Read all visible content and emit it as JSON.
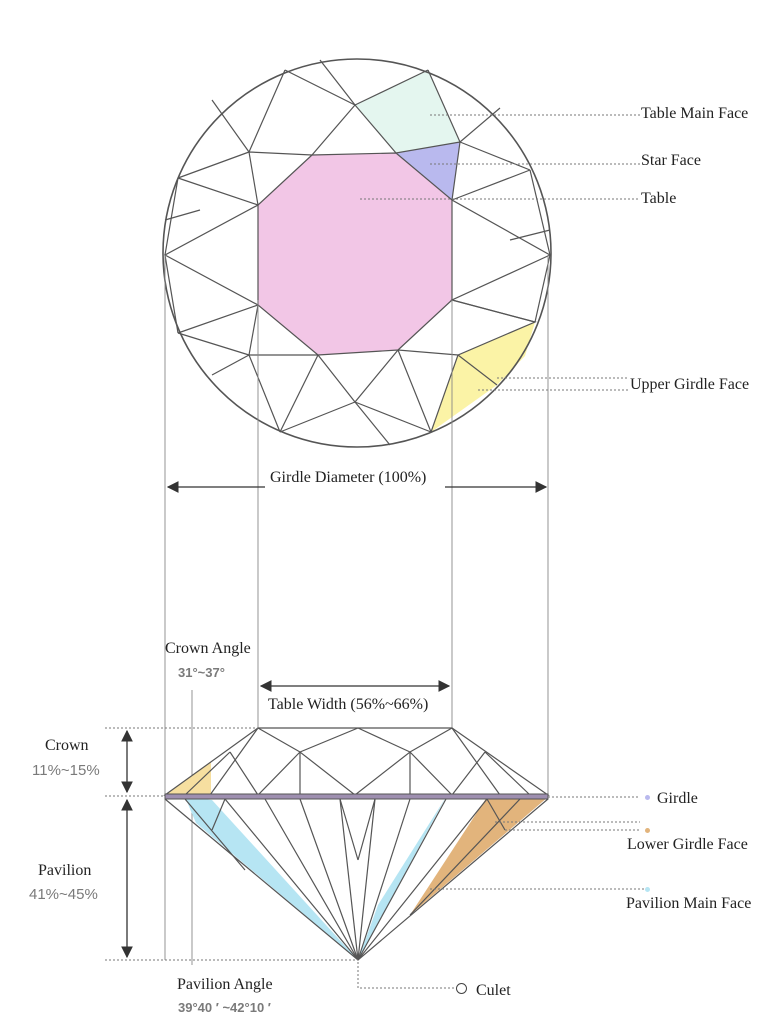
{
  "top_view": {
    "labels": {
      "table_main_face": "Table Main Face",
      "star_face": "Star Face",
      "table": "Table",
      "upper_girdle_face": "Upper Girdle Face"
    },
    "girdle_diameter": "Girdle Diameter (100%)"
  },
  "side_view": {
    "crown_angle": {
      "label": "Crown Angle",
      "value": "31°~37°"
    },
    "table_width": "Table Width (56%~66%)",
    "crown": {
      "label": "Crown",
      "value": "11%~15%"
    },
    "pavilion": {
      "label": "Pavilion",
      "value": "41%~45%"
    },
    "pavilion_angle": {
      "label": "Pavilion Angle",
      "value": "39°40 ′ ~42°10 ′"
    },
    "girdle": "Girdle",
    "lower_girdle_face": "Lower Girdle Face",
    "pavilion_main_face": "Pavilion Main Face",
    "culet": "Culet"
  },
  "colors": {
    "table": "#f2c6e6",
    "table_main_face": "#e4f6ef",
    "star_face": "#b9b9ee",
    "upper_girdle_face": "#fbf3a6",
    "lower_girdle_face": "#e2b47c",
    "pavilion_main_face": "#b6e5f3",
    "crown_angle_wedge": "#f6dfa0",
    "girdle_band": "#9e8fb0",
    "outline": "#555555",
    "leader": "#777777"
  }
}
